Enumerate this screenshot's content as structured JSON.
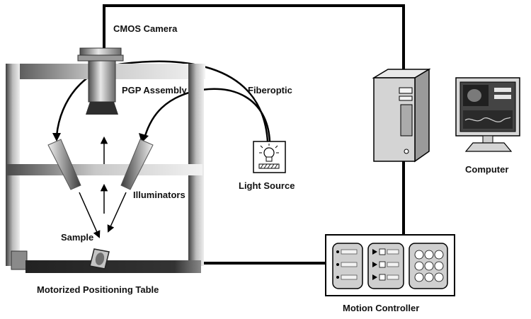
{
  "labels": {
    "cmos_camera": "CMOS Camera",
    "pgp_assembly": "PGP Assembly",
    "fiberoptic": "Fiberoptic",
    "light_source": "Light Source",
    "illuminators": "Illuminators",
    "sample": "Sample",
    "motorized_positioning_table": "Motorized Positioning Table",
    "computer": "Computer",
    "motion_controller": "Motion Controller"
  },
  "colors": {
    "wire": "#000000",
    "frame_dark": "#4a4a4a",
    "frame_light": "#d6d6d6",
    "metal_dark": "#5a5a5a",
    "metal_light": "#ececec"
  }
}
